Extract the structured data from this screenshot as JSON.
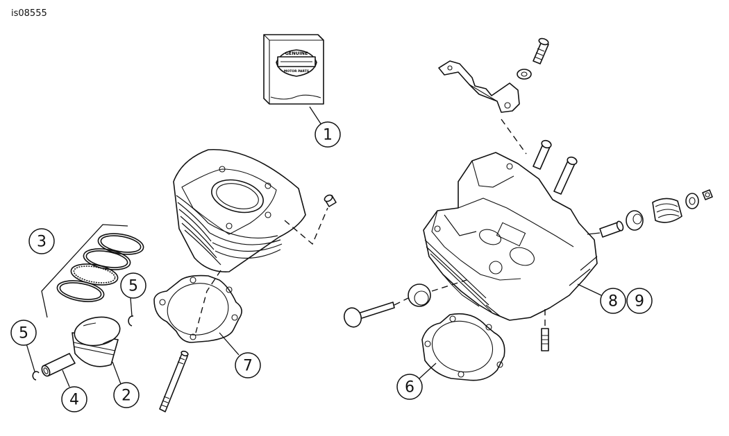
{
  "figure_id": "is08555",
  "kit_logo": {
    "line1": "GENUINE",
    "line2": "MOTOR PARTS"
  },
  "callouts": [
    "1",
    "2",
    "3",
    "4",
    "5",
    "5",
    "6",
    "7",
    "8",
    "9"
  ]
}
